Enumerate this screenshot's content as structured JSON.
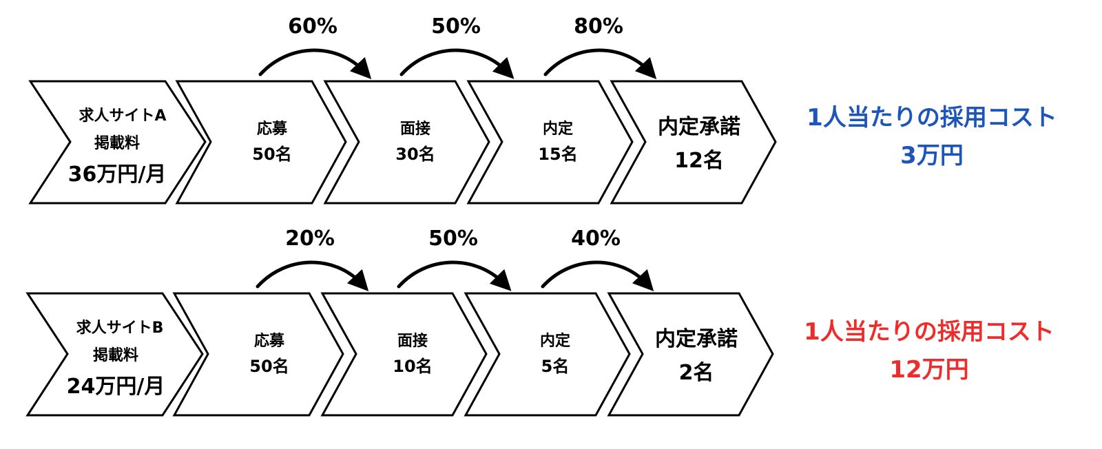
{
  "colors": {
    "row_a_cost": "#1d55b8",
    "row_b_cost": "#ee2c2c",
    "stroke": "#000000"
  },
  "rows": [
    {
      "site": [
        "求人サイトA",
        "掲載料",
        "36万円/月"
      ],
      "stages": [
        [
          "応募",
          "50名"
        ],
        [
          "面接",
          "30名"
        ],
        [
          "内定",
          "15名"
        ],
        [
          "内定承諾",
          "12名"
        ]
      ],
      "rates": [
        "60%",
        "50%",
        "80%"
      ],
      "cost": [
        "1人当たりの採用コスト",
        "3万円"
      ]
    },
    {
      "site": [
        "求人サイトB",
        "掲載料",
        "24万円/月"
      ],
      "stages": [
        [
          "応募",
          "50名"
        ],
        [
          "面接",
          "10名"
        ],
        [
          "内定",
          "5名"
        ],
        [
          "内定承諾",
          "2名"
        ]
      ],
      "rates": [
        "20%",
        "50%",
        "40%"
      ],
      "cost": [
        "1人当たりの採用コスト",
        "12万円"
      ]
    }
  ]
}
